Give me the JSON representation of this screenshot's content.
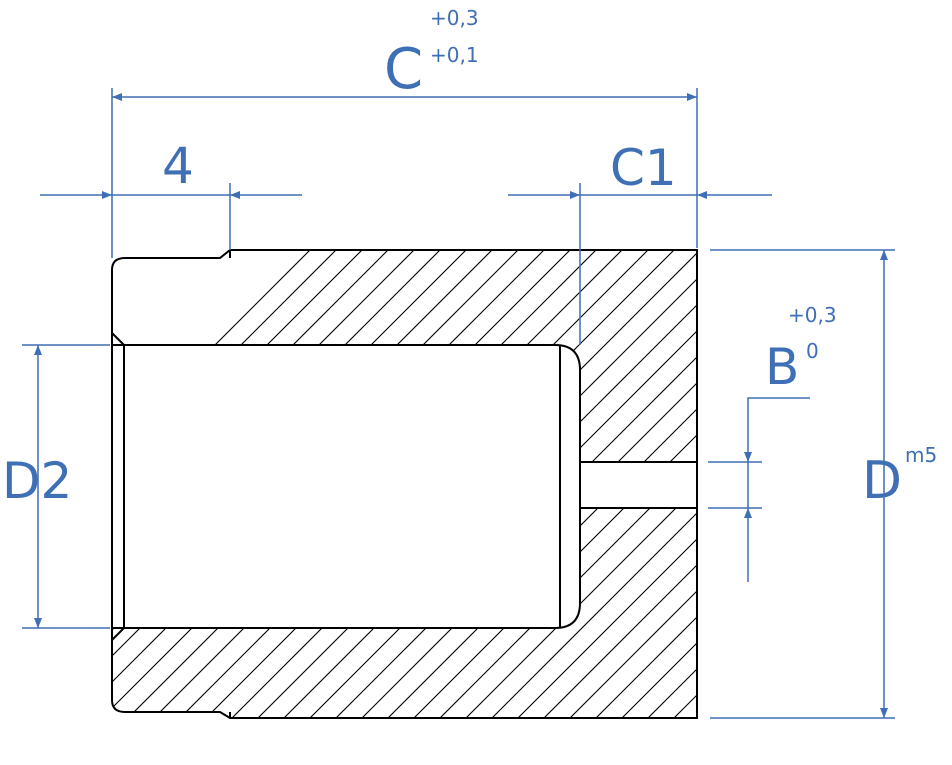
{
  "colors": {
    "background": "#ffffff",
    "part_outline": "#000000",
    "hatch": "#000000",
    "dimension": "#3f6fb5"
  },
  "dimensions": {
    "overall_length": {
      "label": "C",
      "tol_upper": "+0,3",
      "tol_lower": "+0,1"
    },
    "chamfer_length": {
      "label": "4"
    },
    "bore_depth_remainder": {
      "label": "C1"
    },
    "inner_diameter": {
      "label": "D2"
    },
    "outer_diameter": {
      "label": "D",
      "fit": "m5"
    },
    "hole_diameter": {
      "label": "B",
      "tol_upper": "+0,3",
      "tol_lower": "0"
    }
  }
}
